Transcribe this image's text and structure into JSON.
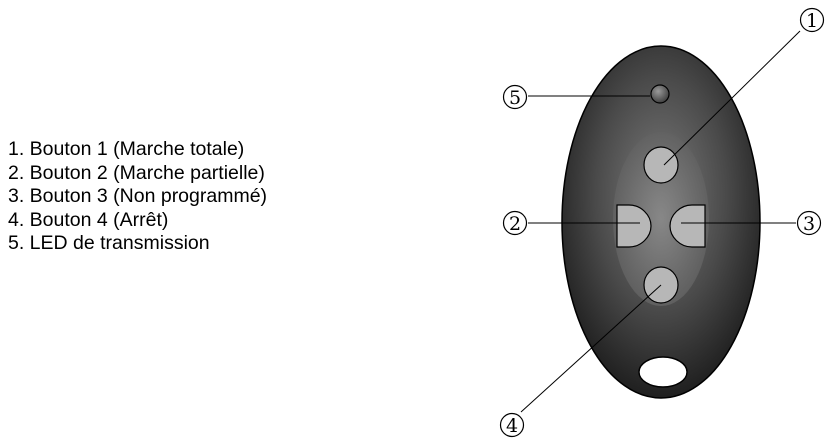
{
  "legend": [
    "1. Bouton 1 (Marche totale)",
    "2. Bouton 2 (Marche partielle)",
    "3. Bouton 3 (Non programmé)",
    "4. Bouton 4 (Arrêt)",
    "5. LED de transmission"
  ],
  "callouts": {
    "c1": "1",
    "c2": "2",
    "c3": "3",
    "c4": "4",
    "c5": "5"
  },
  "colors": {
    "body_outer": "#1f1f1f",
    "body_highlight": "#7a7a7a",
    "button_fill": "#b7b7b7",
    "led_fill": "#5a5a5a",
    "stroke": "#000000"
  }
}
